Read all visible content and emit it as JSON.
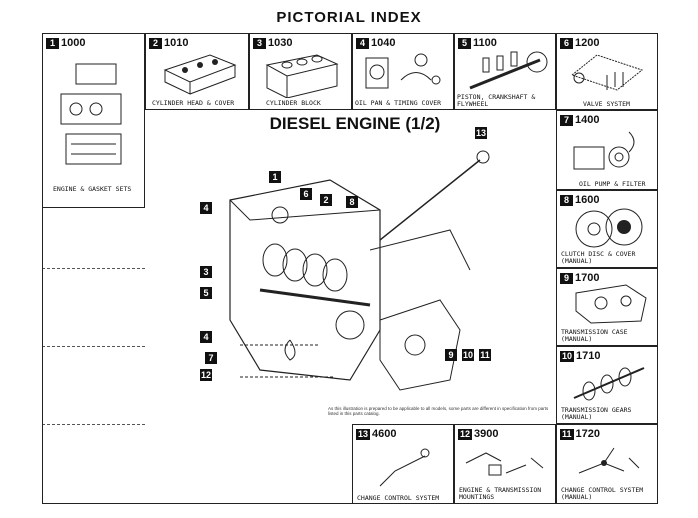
{
  "header": {
    "title": "PICTORIAL INDEX"
  },
  "main": {
    "title": "DIESEL ENGINE (1/2)"
  },
  "sections": [
    {
      "badge": "1",
      "code": "1000",
      "caption": "ENGINE & GASKET SETS",
      "icon": "engine-gasket-icon"
    },
    {
      "badge": "2",
      "code": "1010",
      "caption": "CYLINDER HEAD & COVER",
      "icon": "cylinder-head-icon"
    },
    {
      "badge": "3",
      "code": "1030",
      "caption": "CYLINDER BLOCK",
      "icon": "cylinder-block-icon"
    },
    {
      "badge": "4",
      "code": "1040",
      "caption": "OIL PAN & TIMING COVER",
      "icon": "oil-pan-icon"
    },
    {
      "badge": "5",
      "code": "1100",
      "caption": "PISTON, CRANKSHAFT & FLYWHEEL",
      "icon": "crankshaft-icon"
    },
    {
      "badge": "6",
      "code": "1200",
      "caption": "VALVE SYSTEM",
      "icon": "valve-system-icon"
    },
    {
      "badge": "7",
      "code": "1400",
      "caption": "OIL PUMP & FILTER",
      "icon": "oil-pump-icon"
    },
    {
      "badge": "8",
      "code": "1600",
      "caption": "CLUTCH DISC & COVER (MANUAL)",
      "icon": "clutch-disc-icon"
    },
    {
      "badge": "9",
      "code": "1700",
      "caption": "TRANSMISSION CASE (MANUAL)",
      "icon": "transmission-case-icon"
    },
    {
      "badge": "10",
      "code": "1710",
      "caption": "TRANSMISSION GEARS (MANUAL)",
      "icon": "transmission-gears-icon"
    },
    {
      "badge": "11",
      "code": "1720",
      "caption": "CHANGE CONTROL SYSTEM (MANUAL)",
      "icon": "change-control-icon"
    },
    {
      "badge": "12",
      "code": "3900",
      "caption": "ENGINE & TRANSMISSION MOUNTINGS",
      "icon": "mountings-icon"
    },
    {
      "badge": "13",
      "code": "4600",
      "caption": "CHANGE CONTROL SYSTEM",
      "icon": "shift-lever-icon"
    }
  ],
  "callouts": [
    "1",
    "2",
    "3",
    "4",
    "5",
    "6",
    "7",
    "8",
    "13",
    "4",
    "9",
    "10",
    "11",
    "12"
  ],
  "note": "As this illustration is prepared to be applicable to all models, some parts are different in specification from parts listed in this parts catalog."
}
